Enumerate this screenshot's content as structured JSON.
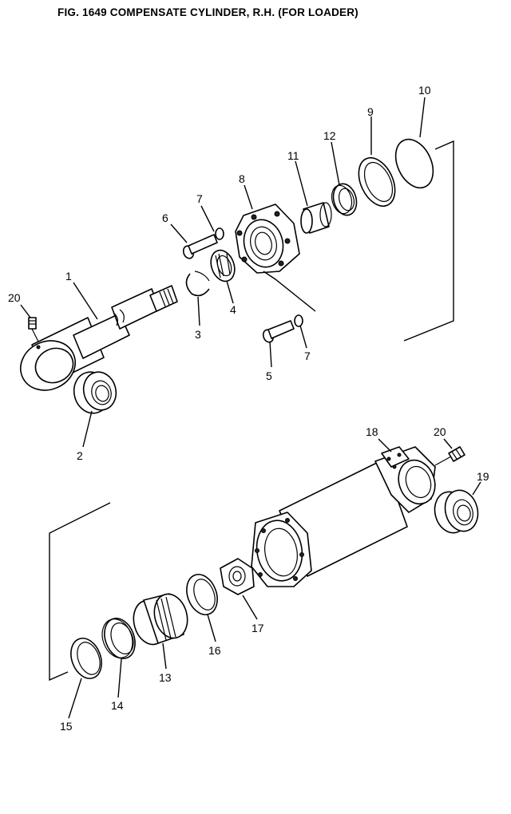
{
  "title": "FIG. 1649   COMPENSATE CYLINDER, R.H. (FOR LOADER)",
  "part_labels": {
    "p1": "1",
    "p2": "2",
    "p3": "3",
    "p4": "4",
    "p5": "5",
    "p6": "6",
    "p7a": "7",
    "p7b": "7",
    "p8": "8",
    "p9": "9",
    "p10": "10",
    "p11": "11",
    "p12": "12",
    "p13": "13",
    "p14": "14",
    "p15": "15",
    "p16": "16",
    "p17": "17",
    "p18": "18",
    "p19": "19",
    "p20a": "20",
    "p20b": "20"
  }
}
